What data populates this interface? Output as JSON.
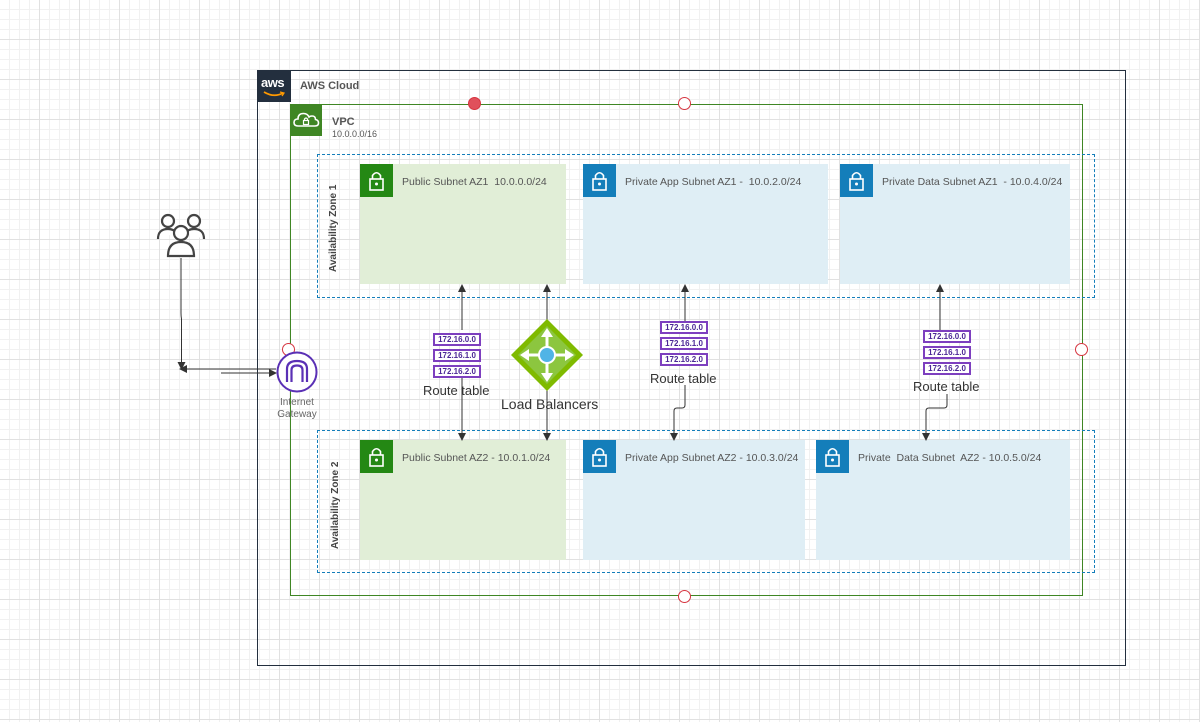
{
  "aws_cloud": {
    "logo_text": "aws",
    "label": "AWS Cloud"
  },
  "vpc": {
    "label": "VPC",
    "cidr": "10.0.0.0/16"
  },
  "availability_zones": [
    {
      "label": "Availability Zone 1"
    },
    {
      "label": "Availability Zone 2"
    }
  ],
  "subnets": {
    "public_az1": "Public Subnet AZ1  10.0.0.0/24",
    "private_app_az1": "Private App Subnet AZ1 -  10.0.2.0/24",
    "private_data_az1": "Private Data Subnet AZ1  - 10.0.4.0/24",
    "public_az2": "Public Subnet AZ2 - 10.0.1.0/24",
    "private_app_az2": "Private App Subnet AZ2 - 10.0.3.0/24",
    "private_data_az2": "Private  Data Subnet  AZ2 - 10.0.5.0/24"
  },
  "route_tables": [
    {
      "label": "Route table",
      "entries": [
        "172.16.0.0",
        "172.16.1.0",
        "172.16.2.0"
      ]
    },
    {
      "label": "Route table",
      "entries": [
        "172.16.0.0",
        "172.16.1.0",
        "172.16.2.0"
      ]
    },
    {
      "label": "Route table",
      "entries": [
        "172.16.0.0",
        "172.16.1.0",
        "172.16.2.0"
      ]
    }
  ],
  "load_balancer": {
    "label": "Load Balancers"
  },
  "internet_gateway": {
    "label_line1": "Internet",
    "label_line2": "Gateway"
  },
  "icons": [
    "aws-logo",
    "vpc-cloud-icon",
    "lock-icon",
    "users-icon",
    "internet-gateway-icon",
    "load-balancer-icon"
  ],
  "colors": {
    "aws_border": "#232f3e",
    "vpc_green": "#3f8624",
    "az_blue": "#147eba",
    "public_subnet_fill": "#e1eed7",
    "private_subnet_fill": "#dfeef5",
    "route_purple": "#7d3fbf",
    "lb_green": "#7fba00",
    "igw_purple": "#5a30b5",
    "connection_red": "#d6343f"
  }
}
